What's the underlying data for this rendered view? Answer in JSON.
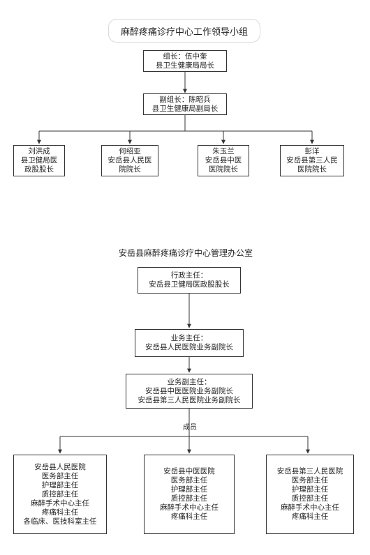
{
  "group": {
    "title": "麻醉疼痛诊疗中心工作领导小组",
    "leader": [
      "组长：伍中奎",
      "县卫生健康局局长"
    ],
    "deputy": [
      "副组长：陈昭兵",
      "县卫生健康局副局长"
    ],
    "members": [
      [
        "刘洪成",
        "县卫健局医",
        "政股股长"
      ],
      [
        "何绍亚",
        "安岳县人民医",
        "院院长"
      ],
      [
        "朱玉兰",
        "安岳县中医",
        "医院院长"
      ],
      [
        "彭洋",
        "安岳县第三人民",
        "医院院长"
      ]
    ]
  },
  "office": {
    "title": "安岳县麻醉疼痛诊疗中心管理办公室",
    "admin": [
      "行政主任：",
      "安岳县卫健局医政股股长"
    ],
    "business": [
      "业务主任：",
      "安岳县人民医院业务副院长"
    ],
    "deputy": [
      "业务副主任：",
      "安岳县中医医院业务副院长",
      "安岳县第三人民医院业务副院长"
    ],
    "member_label": "成员",
    "units": [
      [
        "安岳县人民医院",
        "医务部主任",
        "护理部主任",
        "质控部主任",
        "麻醉手术中心主任",
        "疼痛科主任",
        "各临床、医技科室主任"
      ],
      [
        "安岳县中医医院",
        "医务部主任",
        "护理部主任",
        "质控部主任",
        "麻醉手术中心主任",
        "疼痛科主任"
      ],
      [
        "安岳县第三人民医院",
        "医务部主任",
        "护理部主任",
        "质控部主任",
        "麻醉手术中心主任",
        "疼痛科主任"
      ]
    ]
  }
}
